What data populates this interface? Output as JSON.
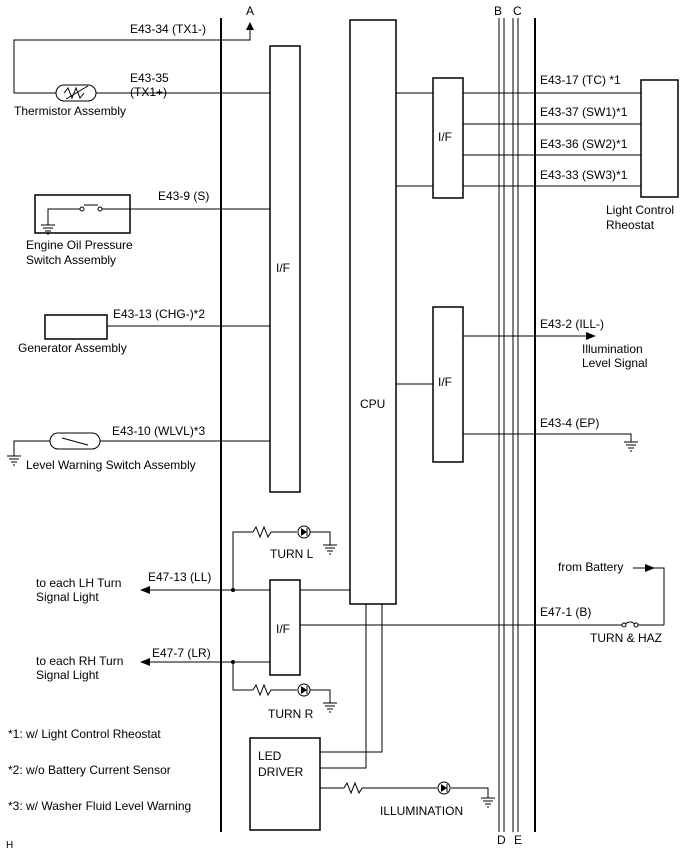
{
  "buses": {
    "a": "A",
    "b": "B",
    "c": "C",
    "d": "D",
    "e": "E"
  },
  "blocks": {
    "if_left": "I/F",
    "if_top_right": "I/F",
    "if_mid_right": "I/F",
    "if_bottom": "I/F",
    "cpu": "CPU",
    "led_driver_line1": "LED",
    "led_driver_line2": "DRIVER"
  },
  "inputs": {
    "tx1_minus": "E43-34 (TX1-)",
    "tx1_plus_line1": "E43-35",
    "tx1_plus_line2": "(TX1+)",
    "thermistor": "Thermistor Assembly",
    "s_signal": "E43-9 (S)",
    "oil_pressure_line1": "Engine Oil Pressure",
    "oil_pressure_line2": "Switch Assembly",
    "chg_signal": "E43-13 (CHG-)*2",
    "generator": "Generator Assembly",
    "wlvl_signal": "E43-10 (WLVL)*3",
    "level_warning": "Level Warning Switch Assembly"
  },
  "outputs": {
    "tc": "E43-17 (TC) *1",
    "sw1": "E43-37 (SW1)*1",
    "sw2": "E43-36 (SW2)*1",
    "sw3": "E43-33 (SW3)*1",
    "light_control_line1": "Light Control",
    "light_control_line2": "Rheostat",
    "ill_minus": "E43-2 (ILL-)",
    "illumination_level_line1": "Illumination",
    "illumination_level_line2": "Level Signal",
    "ep": "E43-4 (EP)"
  },
  "turn": {
    "turn_l": "TURN L",
    "turn_r": "TURN R",
    "ll_signal": "E47-13 (LL)",
    "lr_signal": "E47-7 (LR)",
    "lh_line1": "to each LH Turn",
    "lh_line2": "Signal Light",
    "rh_line1": "to each RH Turn",
    "rh_line2": "Signal Light",
    "from_battery": "from Battery",
    "b_signal": "E47-1 (B)",
    "turn_haz": "TURN & HAZ",
    "illumination": "ILLUMINATION"
  },
  "notes": {
    "n1": "*1: w/ Light Control Rheostat",
    "n2": "*2: w/o Battery Current Sensor",
    "n3": "*3: w/ Washer Fluid Level Warning",
    "corner": "H"
  },
  "icons": [
    "thermistor-icon",
    "switch-icon",
    "resistor-icon",
    "led-icon",
    "ground-icon",
    "fuse-icon",
    "arrow-icon"
  ]
}
